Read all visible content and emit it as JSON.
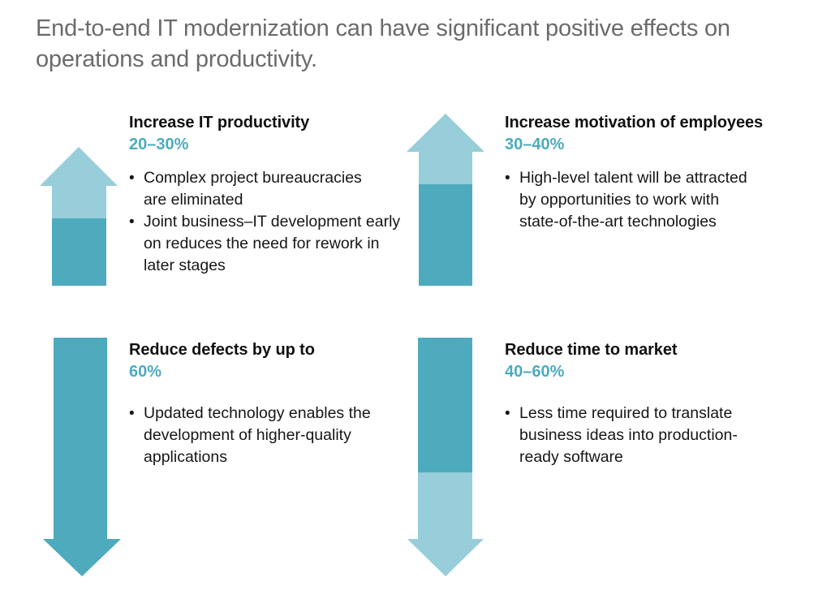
{
  "title": "End-to-end IT modernization can have significant positive effects on operations and productivity.",
  "colors": {
    "arrow_dark": "#4eaabd",
    "arrow_light": "#97ced9",
    "percent_text": "#4cabbe",
    "title_text": "#6b6b6b"
  },
  "effects": [
    {
      "heading": "Increase IT productivity",
      "value": "20–30%",
      "direction": "up",
      "bullets": [
        "Complex project bureaucracies are eliminated",
        "Joint business–IT development early on reduces the need for rework in later stages"
      ]
    },
    {
      "heading": "Increase motivation of employees",
      "value": "30–40%",
      "direction": "up",
      "bullets": [
        "High-level talent will be attracted by opportunities to work with state-of-the-art technologies"
      ]
    },
    {
      "heading": "Reduce defects by up to",
      "value": "60%",
      "direction": "down",
      "bullets": [
        "Updated technology enables the development of higher-quality applications"
      ]
    },
    {
      "heading": "Reduce time to market",
      "value": "40–60%",
      "direction": "down",
      "bullets": [
        "Less time required to translate business ideas into production-ready software"
      ]
    }
  ]
}
